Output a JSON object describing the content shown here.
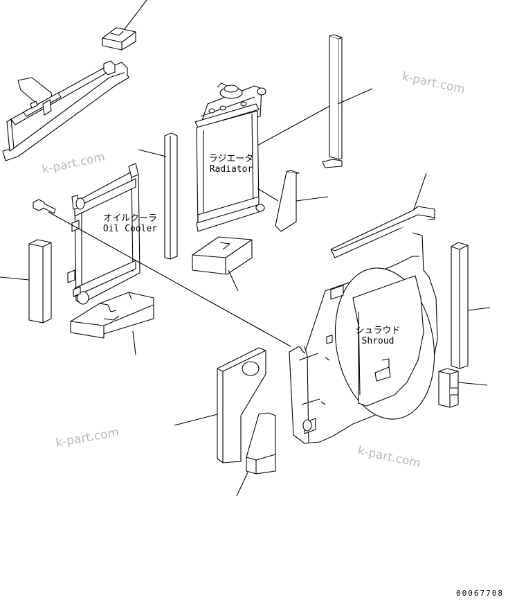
{
  "parts": {
    "radiator": {
      "label_jp": "ラジエータ",
      "label_en": "Radiator"
    },
    "oil_cooler": {
      "label_jp": "オイルクーラ",
      "label_en": "Oil Cooler"
    },
    "shroud": {
      "label_jp": "シュラウド",
      "label_en": "Shroud"
    }
  },
  "watermarks": [
    "k-part.com",
    "k-part.com",
    "k-part.com",
    "k-part.com"
  ],
  "drawing_code": "00067708",
  "colors": {
    "line": "#000000",
    "watermark": "#b8b8b8"
  }
}
